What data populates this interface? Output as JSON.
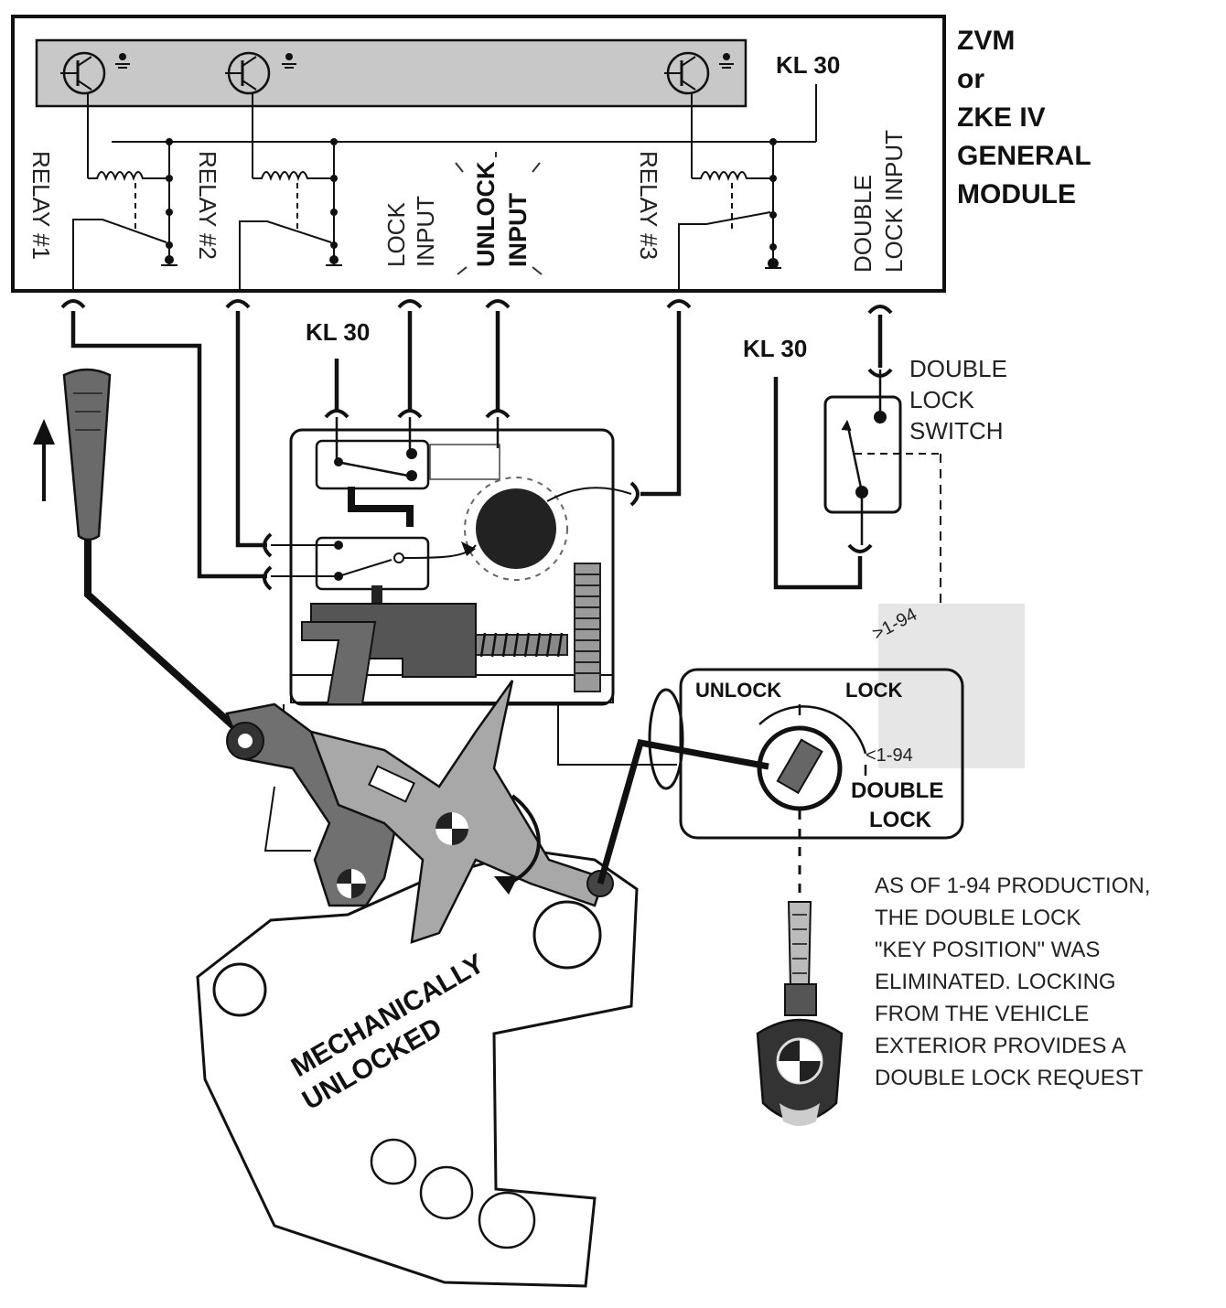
{
  "module": {
    "title_lines": [
      "ZVM",
      "or",
      "ZKE IV",
      "GENERAL",
      "MODULE"
    ],
    "kl30_label": "KL 30",
    "relay1_label": "RELAY #1",
    "relay2_label": "RELAY #2",
    "relay3_label": "RELAY #3",
    "lock_input_lines": [
      "LOCK",
      "INPUT"
    ],
    "unlock_input_lines": [
      "UNLOCK",
      "INPUT"
    ],
    "double_lock_input_lines": [
      "DOUBLE",
      "LOCK INPUT"
    ]
  },
  "supply": {
    "kl30_center_label": "KL 30",
    "kl30_right_label": "KL 30"
  },
  "double_lock_switch": {
    "label_lines": [
      "DOUBLE",
      "LOCK",
      "SWITCH"
    ]
  },
  "key_cylinder": {
    "unlock_label": "UNLOCK",
    "lock_label": "LOCK",
    "date_after_label": ">1-94",
    "date_before_label": "<1-94",
    "double_lock_lines": [
      "DOUBLE",
      "LOCK"
    ]
  },
  "latch": {
    "state_lines": [
      "MECHANICALLY",
      "UNLOCKED"
    ]
  },
  "note": {
    "lines": [
      "AS OF 1-94 PRODUCTION,",
      "THE DOUBLE LOCK",
      "\"KEY POSITION\" WAS",
      "ELIMINATED.  LOCKING",
      "FROM THE VEHICLE",
      "EXTERIOR PROVIDES A",
      "DOUBLE LOCK REQUEST"
    ]
  },
  "colors": {
    "line": "#111111",
    "panel_grey": "#c8c8c8",
    "actuator_grey": "#d6d6d6",
    "lever_dark": "#707070",
    "latch_plate": "#ffffff"
  }
}
